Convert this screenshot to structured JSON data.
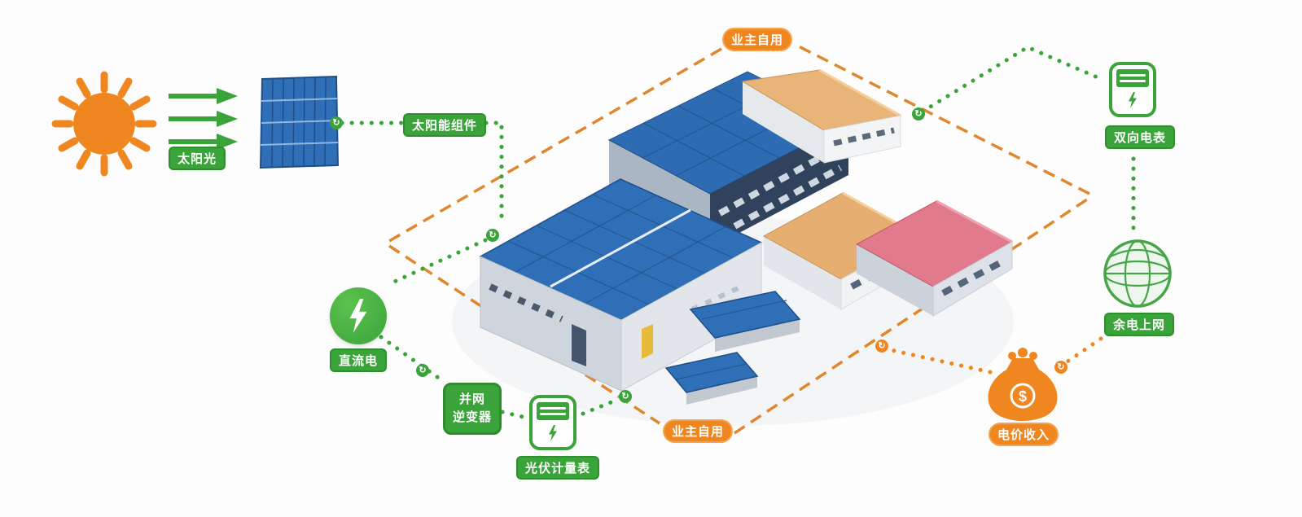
{
  "colors": {
    "green": "#3aa33a",
    "orange": "#f0861f",
    "dash_orange": "#e0862c",
    "roof_blue": "#2f6fb8",
    "roof_tan": "#e6ae70",
    "roof_pink": "#e07a8c"
  },
  "labels": {
    "sunlight": "太阳光",
    "solar_module": "太阳能组件",
    "owner_self_use_top": "业主自用",
    "owner_self_use_bottom": "业主自用",
    "dc_power": "直流电",
    "inverter_line1": "并网",
    "inverter_line2": "逆变器",
    "pv_meter": "光伏计量表",
    "bidirectional_meter": "双向电表",
    "surplus_to_grid": "余电上网",
    "tariff_income": "电价收入",
    "money_symbol": "$"
  },
  "icons": {
    "cycle": "↻"
  }
}
